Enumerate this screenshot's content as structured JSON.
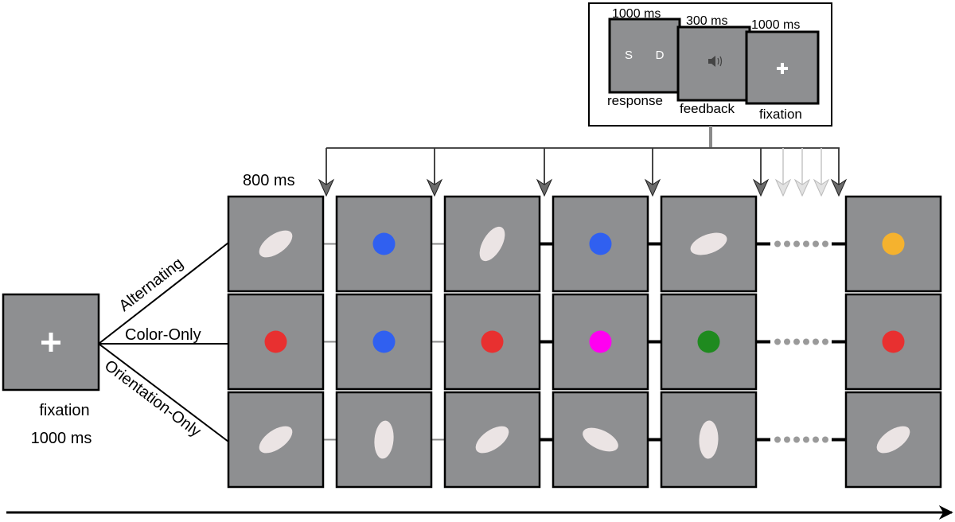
{
  "inset": {
    "screens": [
      {
        "duration": "1000 ms",
        "caption": "response",
        "keys": [
          "S",
          "D"
        ]
      },
      {
        "duration": "300 ms",
        "caption": "feedback",
        "icon": "speaker-icon"
      },
      {
        "duration": "1000 ms",
        "caption": "fixation",
        "icon": "plus-icon"
      }
    ]
  },
  "fixation": {
    "label": "fixation",
    "duration": "1000 ms",
    "icon": "plus-icon"
  },
  "stimulus_duration": "800 ms",
  "conditions": [
    {
      "name": "Alternating",
      "stimuli": [
        {
          "kind": "ellipse",
          "angle": -35
        },
        {
          "kind": "dot",
          "color": "#3060f0"
        },
        {
          "kind": "ellipse",
          "angle": -60
        },
        {
          "kind": "dot",
          "color": "#3060f0"
        },
        {
          "kind": "ellipse",
          "angle": -20
        },
        {
          "kind": "dot",
          "color": "#f5b22e"
        }
      ]
    },
    {
      "name": "Color-Only",
      "stimuli": [
        {
          "kind": "dot",
          "color": "#e83030"
        },
        {
          "kind": "dot",
          "color": "#3060f0"
        },
        {
          "kind": "dot",
          "color": "#e83030"
        },
        {
          "kind": "dot",
          "color": "#ff00f0"
        },
        {
          "kind": "dot",
          "color": "#1f8a1f"
        },
        {
          "kind": "dot",
          "color": "#e83030"
        }
      ]
    },
    {
      "name": "Orientation-Only",
      "stimuli": [
        {
          "kind": "ellipse",
          "angle": -35
        },
        {
          "kind": "ellipse",
          "angle": -85
        },
        {
          "kind": "ellipse",
          "angle": -35
        },
        {
          "kind": "ellipse",
          "angle": 25
        },
        {
          "kind": "ellipse",
          "angle": -88
        },
        {
          "kind": "ellipse",
          "angle": -35
        }
      ]
    }
  ],
  "colors": {
    "screen_gray": "#8e8f91",
    "ellipse_fill": "#ebe4e4",
    "connector_gray": "#8a8a8a",
    "faded_arrow": "#cfcfcf"
  }
}
